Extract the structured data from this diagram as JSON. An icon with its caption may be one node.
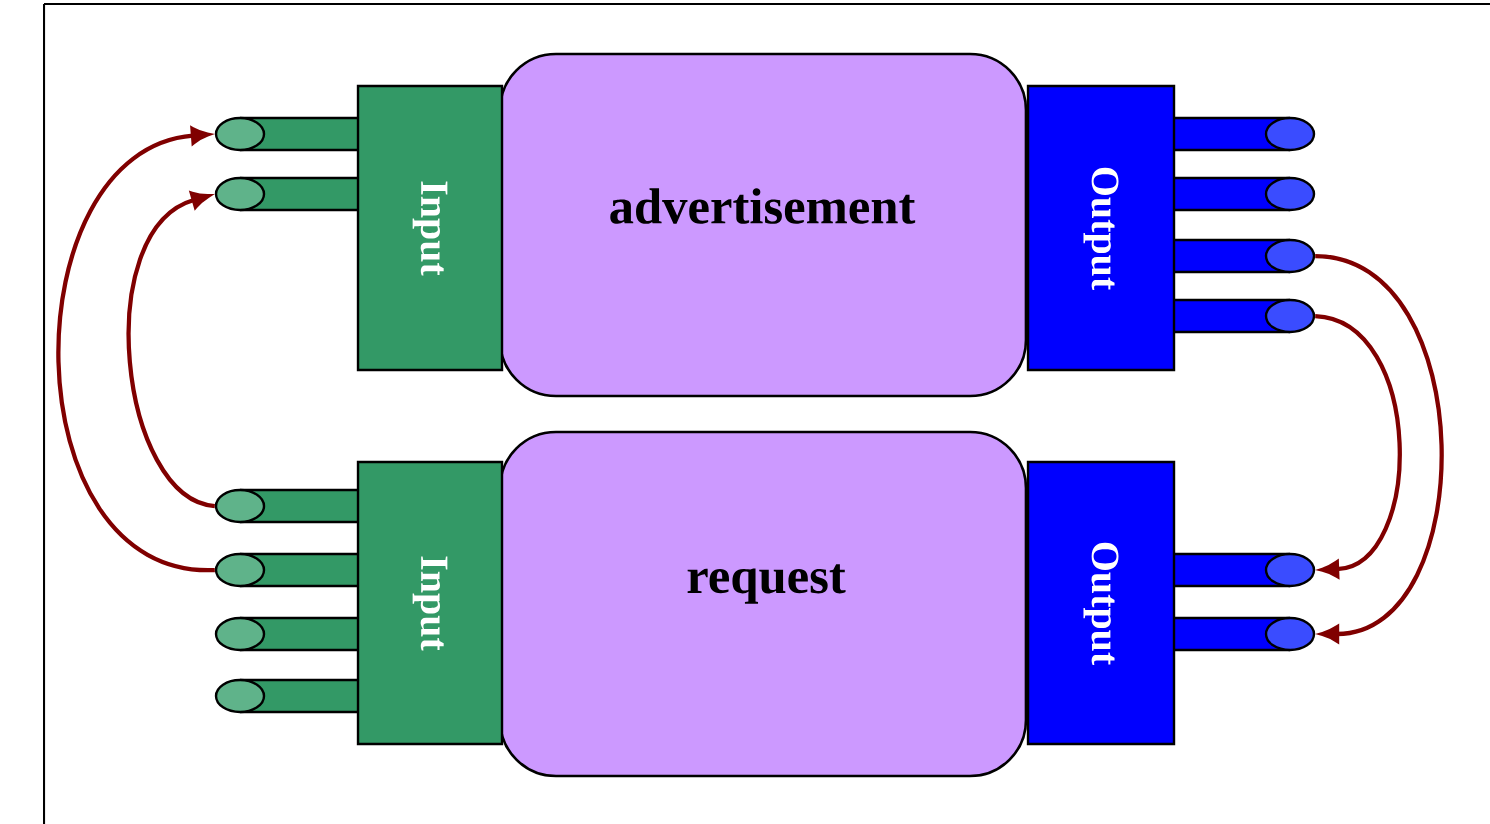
{
  "diagram": {
    "nodes": [
      {
        "text": [
          "advertisement"
        ]
      },
      {
        "text": [
          "Input"
        ]
      },
      {
        "text": [
          "Output"
        ]
      },
      {
        "text": [
          "request"
        ]
      },
      {
        "text": [
          "Input"
        ]
      },
      {
        "text": [
          "Output"
        ]
      },
      {
        "text": [],
        "shape": "cylinder"
      },
      {
        "text": [],
        "shape": "cylinder"
      },
      {
        "text": [],
        "shape": "cylinder"
      },
      {
        "text": [],
        "shape": "cylinder"
      },
      {
        "text": [],
        "shape": "cylinder"
      },
      {
        "text": [],
        "shape": "cylinder"
      },
      {
        "text": [],
        "shape": "cylinder"
      },
      {
        "text": [],
        "shape": "cylinder"
      },
      {
        "text": [],
        "shape": "cylinder"
      },
      {
        "text": [],
        "shape": "cylinder"
      },
      {
        "text": [],
        "shape": "cylinder"
      },
      {
        "text": [],
        "shape": "cylinder"
      }
    ],
    "edges": [
      {
        "from": 12,
        "to": 7,
        "arrow": "to"
      },
      {
        "from": 13,
        "to": 6,
        "arrow": "to"
      },
      {
        "from": 10,
        "to": 17,
        "arrow": "to"
      },
      {
        "from": 11,
        "to": 16,
        "arrow": "to"
      }
    ]
  }
}
